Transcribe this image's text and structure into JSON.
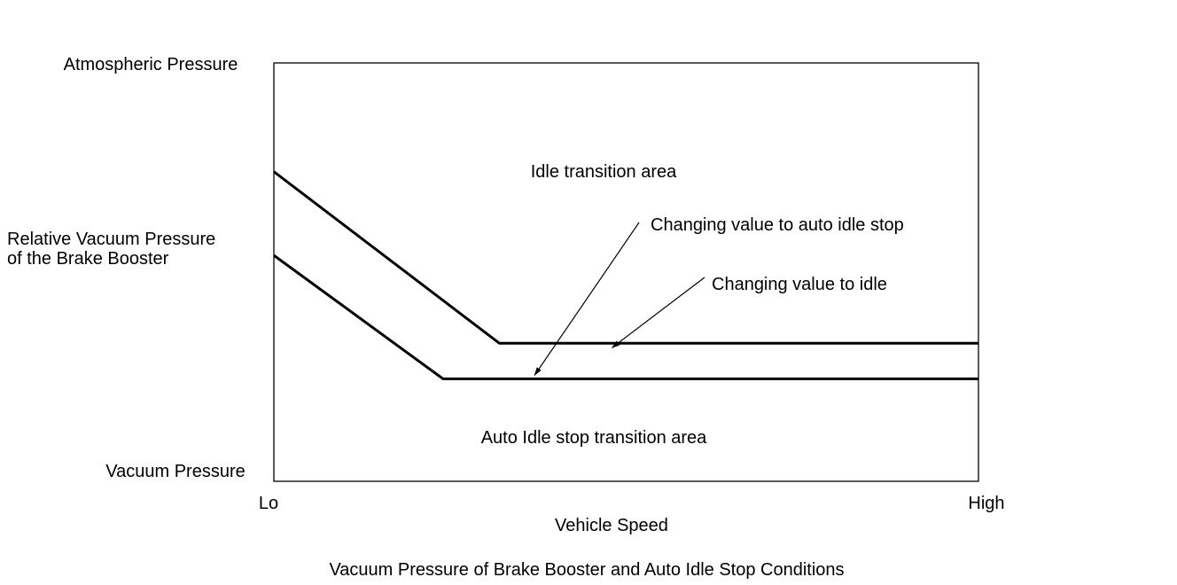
{
  "chart_data": {
    "type": "line",
    "title": "Vacuum Pressure of Brake Booster and Auto Idle Stop Conditions",
    "xlabel": "Vehicle Speed",
    "ylabel": "Relative Vacuum Pressure of the Brake Booster",
    "ylabel_lines": [
      "Relative Vacuum Pressure",
      "of the Brake Booster"
    ],
    "x_ticks": {
      "min": "Lo",
      "max": "High"
    },
    "y_ticks": {
      "top": "Atmospheric Pressure",
      "bottom": "Vacuum Pressure"
    },
    "xlim": [
      0,
      1
    ],
    "ylim": [
      0,
      1
    ],
    "grid": false,
    "series": [
      {
        "name": "Changing value to idle",
        "x": [
          0,
          0.32,
          1
        ],
        "y": [
          0.74,
          0.33,
          0.33
        ]
      },
      {
        "name": "Changing value to auto idle stop",
        "x": [
          0,
          0.24,
          1
        ],
        "y": [
          0.54,
          0.245,
          0.245
        ]
      }
    ],
    "regions": [
      {
        "label": "Idle transition area"
      },
      {
        "label": "Auto Idle stop transition area"
      }
    ],
    "annotations": [
      {
        "text": "Changing value to auto idle stop",
        "target_series": 1,
        "target_x": 0.37
      },
      {
        "text": "Changing value to idle",
        "target_series": 0,
        "target_x": 0.48
      }
    ]
  }
}
